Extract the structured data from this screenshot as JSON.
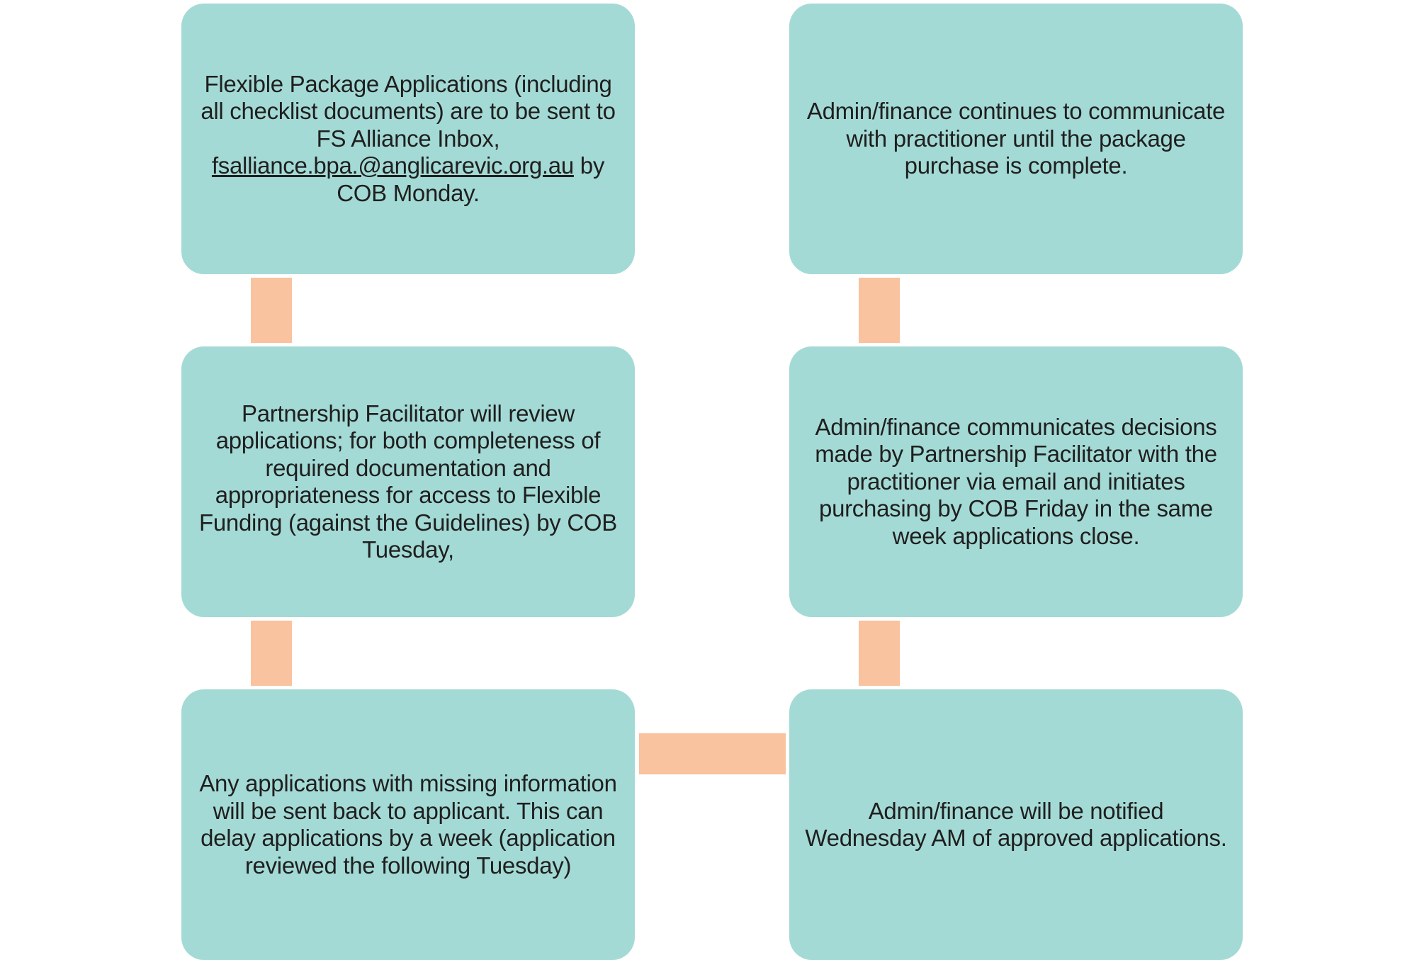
{
  "diagram": {
    "boxes": {
      "left_top": {
        "text_before": "Flexible Package Applications (including all checklist documents) are to be sent to FS Alliance Inbox,",
        "link": "fsalliance.bpa.@anglicarevic.org.au",
        "text_after": "by COB Monday."
      },
      "left_middle": "Partnership Facilitator will review applications; for both completeness of required documentation and appropriateness for access to Flexible Funding (against the Guidelines) by COB Tuesday,",
      "left_bottom": "Any applications with missing information will be sent back to applicant. This can delay applications by a week (application reviewed the following Tuesday)",
      "right_bottom": "Admin/finance will be notified Wednesday AM of approved applications.",
      "right_middle": "Admin/finance communicates decisions made by Partnership Facilitator with the practitioner via email and initiates purchasing by COB Friday in the same week applications close.",
      "right_top": "Admin/finance continues to communicate with practitioner until the package purchase is complete."
    },
    "colors": {
      "box_fill": "#a4dad5",
      "connector_fill": "#f8c39e",
      "text": "#1f1f1f"
    }
  }
}
